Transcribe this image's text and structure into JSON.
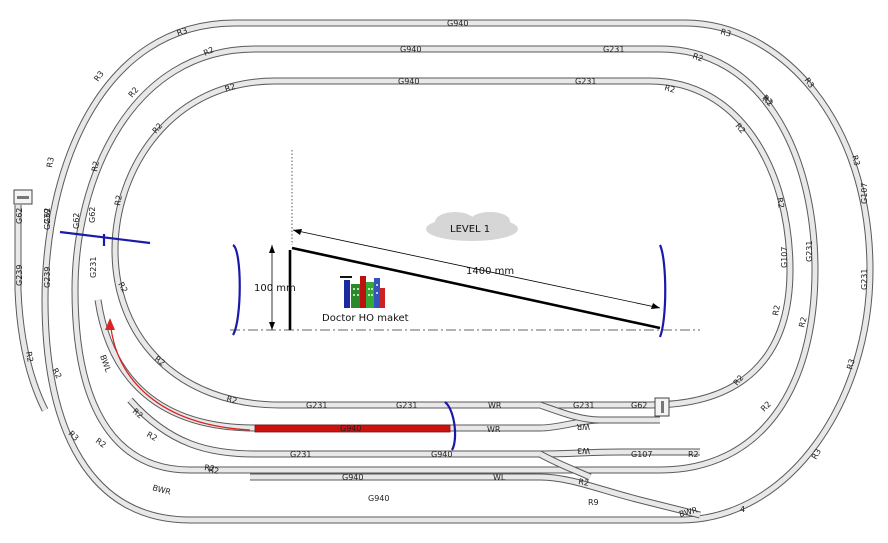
{
  "level_label": "LEVEL 1",
  "length_label": "1400 mm",
  "height_label": "100 mm",
  "logo_text": "Doctor HO maket",
  "colors": {
    "track_border": "#5a5a5a",
    "track_fill": "#e8e8e8",
    "marker": "#1a1aaa",
    "highlight_track": "#cc1111",
    "arrow": "#dd2222"
  },
  "labels": {
    "outer_top_g940": "G940",
    "outer_top_r3_right": "R3",
    "outer_top_r3_left": "R3",
    "outer_left_r3": "R3",
    "outer_left_r3b": "R3",
    "outer_left_g62": "G62",
    "outer_left_g239": "G239",
    "outer_left_r2": "R2",
    "outer_bottom_r3": "R3",
    "outer_bottom_bwr": "BWR",
    "outer_right_r3": "R3",
    "outer_right_g107": "G107",
    "outer_right_g231": "G231",
    "outer_right_r3b": "R3",
    "outer_right_r3c": "R3",
    "bottom_g940": "G940",
    "bottom_r9": "R9",
    "bottom_bwr": "BWR",
    "bottom_4": "4",
    "mid_top_g940": "G940",
    "mid_top_g231": "G231",
    "mid_top_r2a": "R2",
    "mid_top_r2b": "R2",
    "mid_top_r2c": "R2",
    "mid_left_r2": "R2",
    "mid_left_g62": "G62",
    "mid_left_g239": "G239",
    "mid_left_r2b": "R2",
    "mid_left_r2c": "R2",
    "mid_right_r3": "R3",
    "mid_right_g231": "G231",
    "mid_right_r2": "R2",
    "mid_right_r2b": "R2",
    "mid_bottom_r2": "R2",
    "mid_bottom_r2b": "R2",
    "inner_top_g940": "G940",
    "inner_top_g231": "G231",
    "inner_top_r2a": "R2",
    "inner_top_r2b": "R2",
    "inner_top_r2c": "R2",
    "inner_left_r2": "R2",
    "inner_left_r2b": "R2",
    "inner_left_g62": "G62",
    "inner_left_g231": "G231",
    "inner_left_r2c": "R2",
    "inner_left_bwl": "BWL",
    "inner_left_r2d": "R2",
    "inner_right_r2": "R2",
    "inner_right_g107": "G107",
    "inner_right_r2b": "R2",
    "inner_right_r2c": "R2",
    "inner_right_r2d": "R2",
    "inner_bottom_r2": "R2",
    "yard1_g231a": "G231",
    "yard1_g231b": "G231",
    "yard1_wr": "WR",
    "yard1_g231c": "G231",
    "yard1_g62": "G62",
    "yard2_g940": "G940",
    "yard2_wr": "WR",
    "yard2_wr2": "WR",
    "yard2_r2": "R2",
    "yard3_g231": "G231",
    "yard3_g940": "G940",
    "yard3_w3": "W3",
    "yard3_g107": "G107",
    "yard3_r2": "R2",
    "yard4_g940": "G940",
    "yard4_wl": "WL",
    "yard4_r2": "R2",
    "yard4_r2b": "R2"
  }
}
